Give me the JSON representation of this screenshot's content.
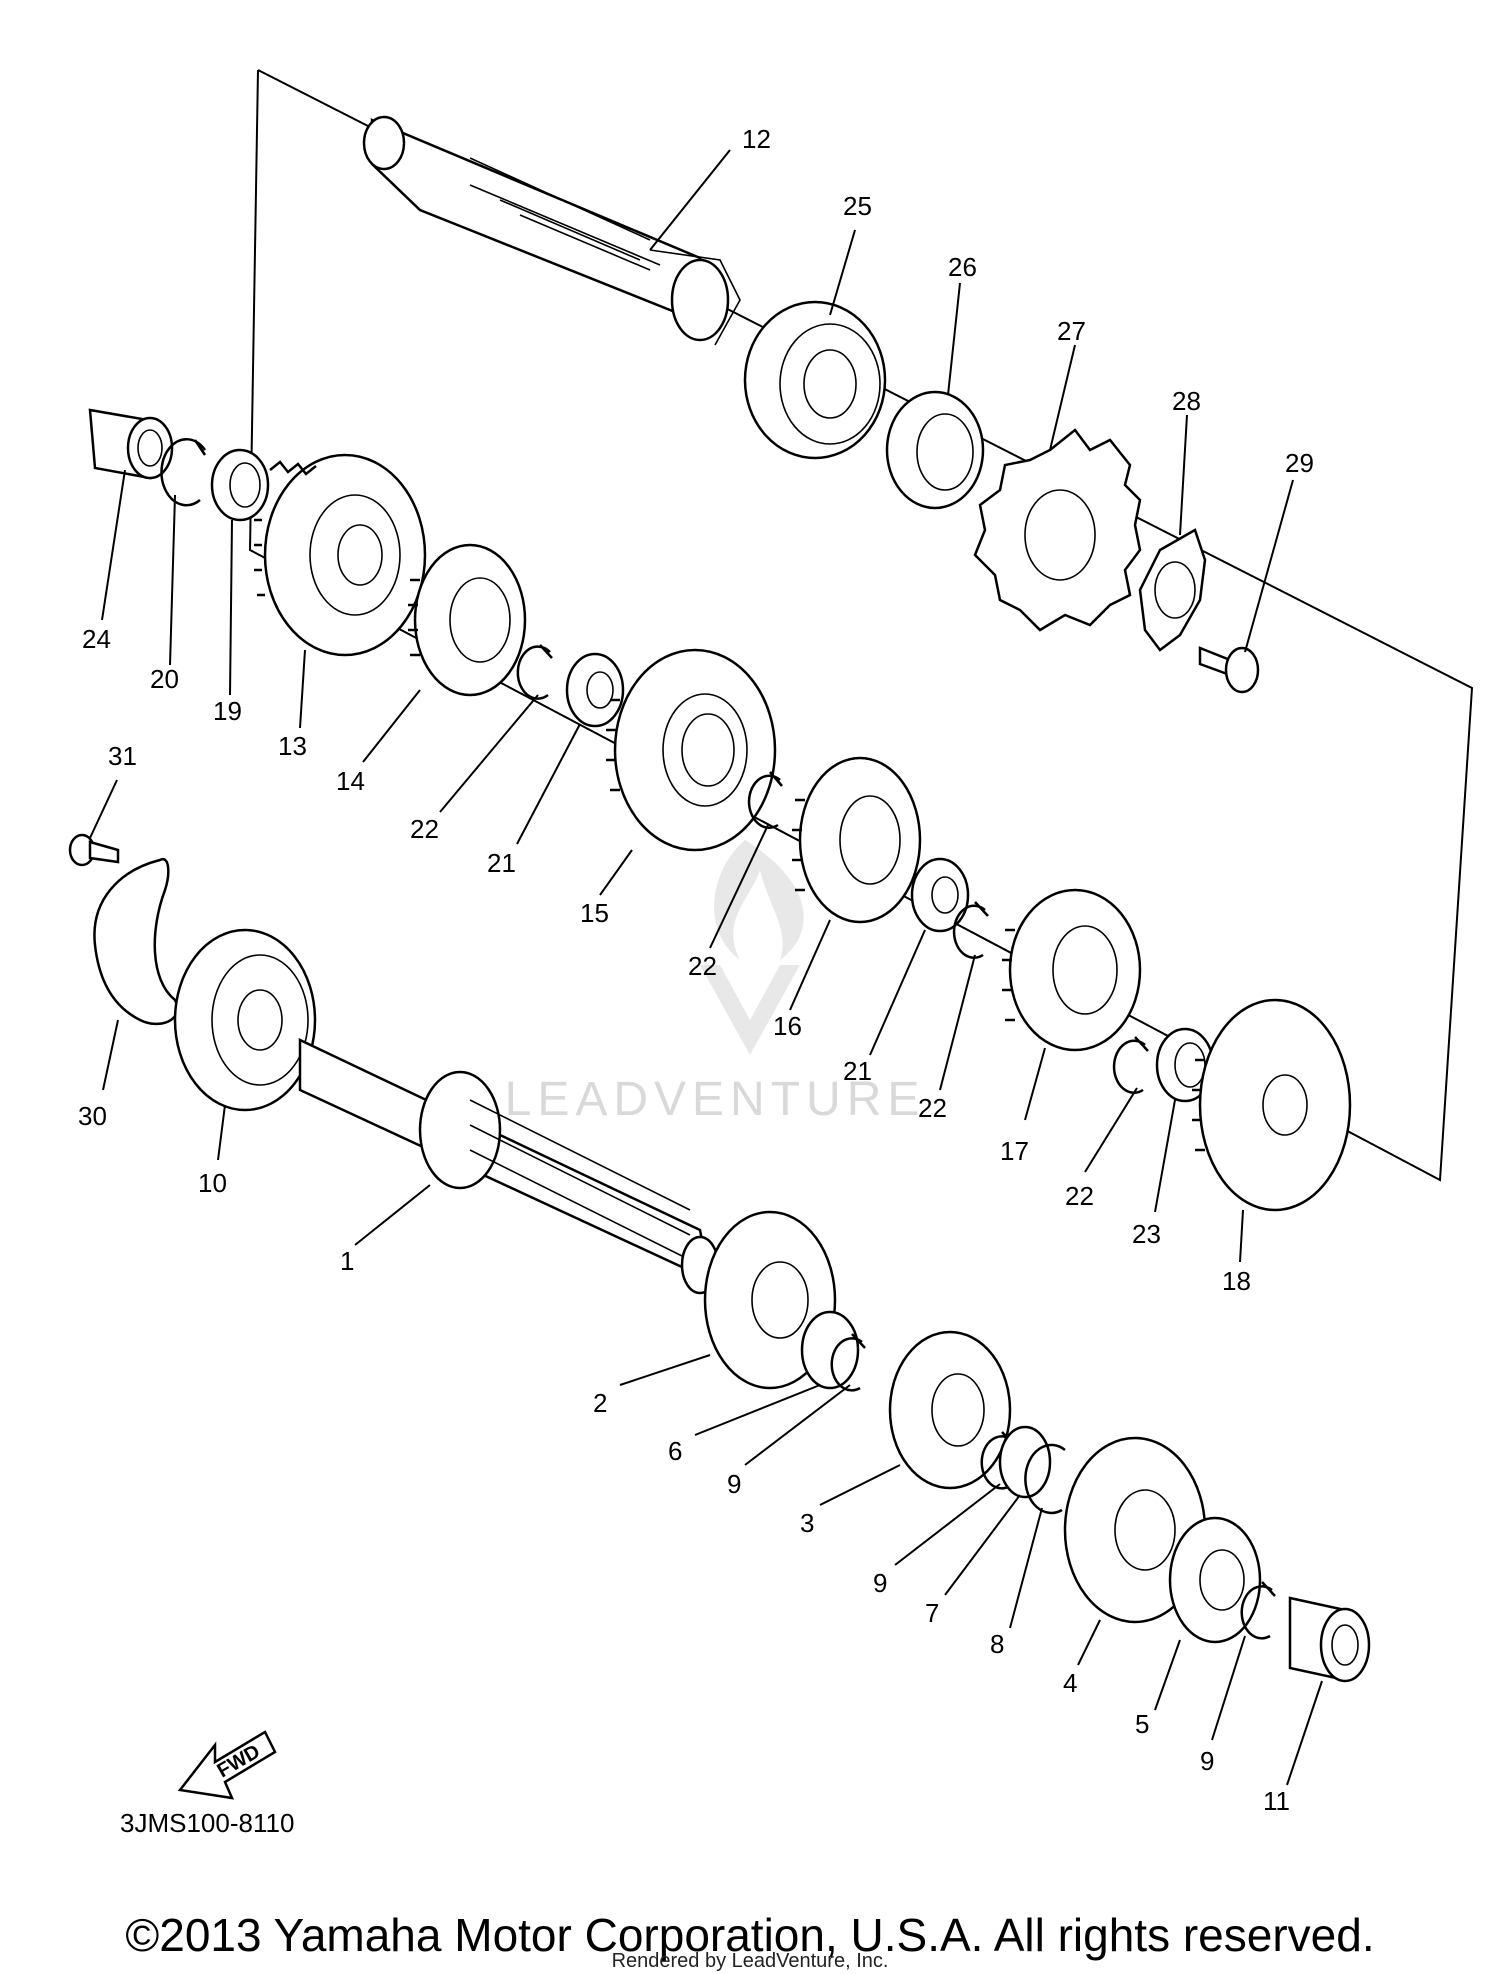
{
  "diagram_code": "3JMS100-8110",
  "fwd_label": "FWD",
  "watermark": "LEADVENTURE",
  "copyright": "©2013 Yamaha Motor Corporation, U.S.A. All rights reserved.",
  "rendered_by": "Rendered by LeadVenture, Inc.",
  "callouts": [
    "12",
    "25",
    "26",
    "27",
    "28",
    "29",
    "24",
    "20",
    "19",
    "13",
    "14",
    "22",
    "21",
    "15",
    "22",
    "16",
    "21",
    "22",
    "17",
    "22",
    "23",
    "18",
    "31",
    "30",
    "10",
    "1",
    "2",
    "6",
    "9",
    "3",
    "9",
    "7",
    "8",
    "4",
    "5",
    "9",
    "11"
  ]
}
